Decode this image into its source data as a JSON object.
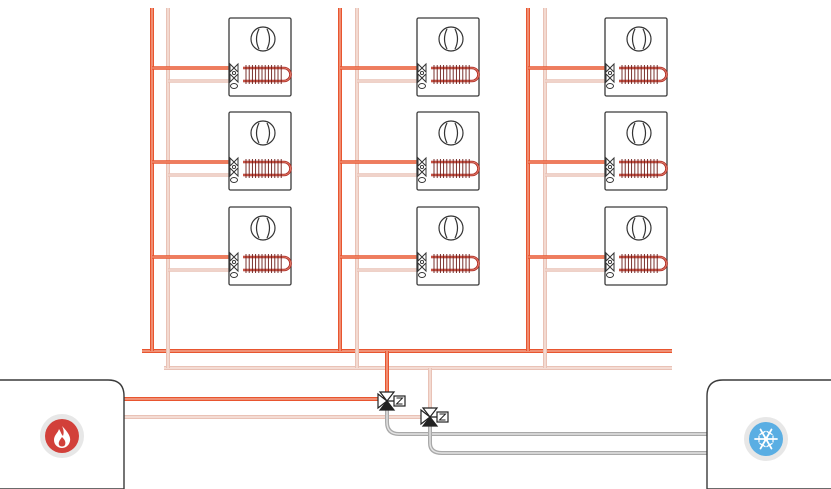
{
  "colors": {
    "supply_pipe": "#e8552f",
    "supply_pipe_light": "#f3a58e",
    "return_pipe": "#e9c2b6",
    "return_pipe_light": "#f7e4dd",
    "cooling_pipe": "#a9a9a9",
    "cooling_pipe_light": "#e4e4e4",
    "coil": "#b0302a",
    "unit_border": "#3a3a3a",
    "boiler_badge": "#d2403a",
    "chiller_badge": "#5aaee3"
  },
  "layout": {
    "risers": 3,
    "units_per_riser": 3
  },
  "components": {
    "fan_coil_unit": {
      "icon": "fan-icon",
      "coil_icon": "heating-coil-icon",
      "valve_icon": "balancing-valve-icon"
    },
    "boiler": {
      "icon": "flame-icon"
    },
    "chiller": {
      "icon": "snowflake-icon"
    },
    "changeover_valves": {
      "icon": "three-way-motorized-valve-icon",
      "count": 2
    }
  }
}
